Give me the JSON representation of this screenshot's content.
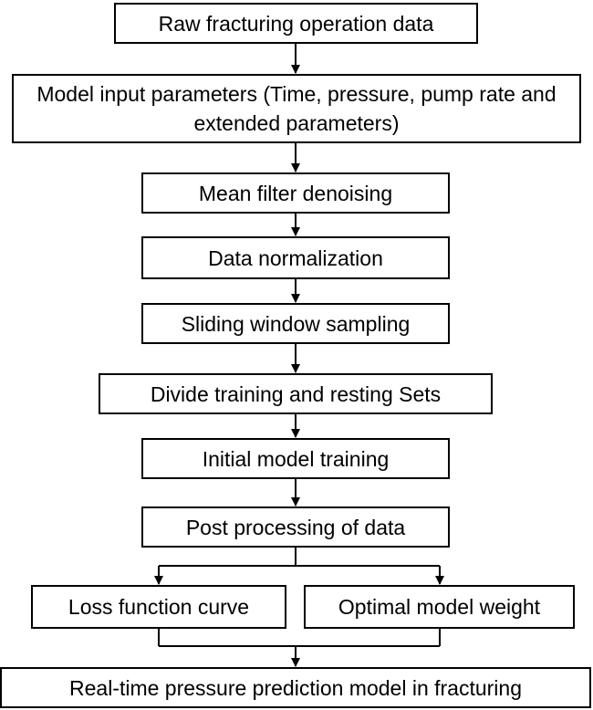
{
  "flowchart": {
    "nodes": [
      {
        "id": "raw-data",
        "text": "Raw fracturing operation data"
      },
      {
        "id": "model-input",
        "text": "Model input parameters (Time, pressure, pump rate and extended parameters)"
      },
      {
        "id": "mean-filter",
        "text": "Mean filter denoising"
      },
      {
        "id": "normalization",
        "text": "Data normalization"
      },
      {
        "id": "sliding-window",
        "text": "Sliding window sampling"
      },
      {
        "id": "divide-sets",
        "text": "Divide training and resting Sets"
      },
      {
        "id": "initial-training",
        "text": "Initial model training"
      },
      {
        "id": "post-processing",
        "text": "Post processing of data"
      },
      {
        "id": "loss-curve",
        "text": "Loss function curve"
      },
      {
        "id": "optimal-weight",
        "text": "Optimal model weight"
      },
      {
        "id": "realtime-model",
        "text": "Real-time pressure prediction model in fracturing"
      }
    ],
    "edges": [
      {
        "from": "raw-data",
        "to": "model-input"
      },
      {
        "from": "model-input",
        "to": "mean-filter"
      },
      {
        "from": "mean-filter",
        "to": "normalization"
      },
      {
        "from": "normalization",
        "to": "sliding-window"
      },
      {
        "from": "sliding-window",
        "to": "divide-sets"
      },
      {
        "from": "divide-sets",
        "to": "initial-training"
      },
      {
        "from": "initial-training",
        "to": "post-processing"
      },
      {
        "from": "post-processing",
        "to": "loss-curve"
      },
      {
        "from": "post-processing",
        "to": "optimal-weight"
      },
      {
        "from": "loss-curve",
        "to": "realtime-model"
      },
      {
        "from": "optimal-weight",
        "to": "realtime-model"
      }
    ]
  }
}
